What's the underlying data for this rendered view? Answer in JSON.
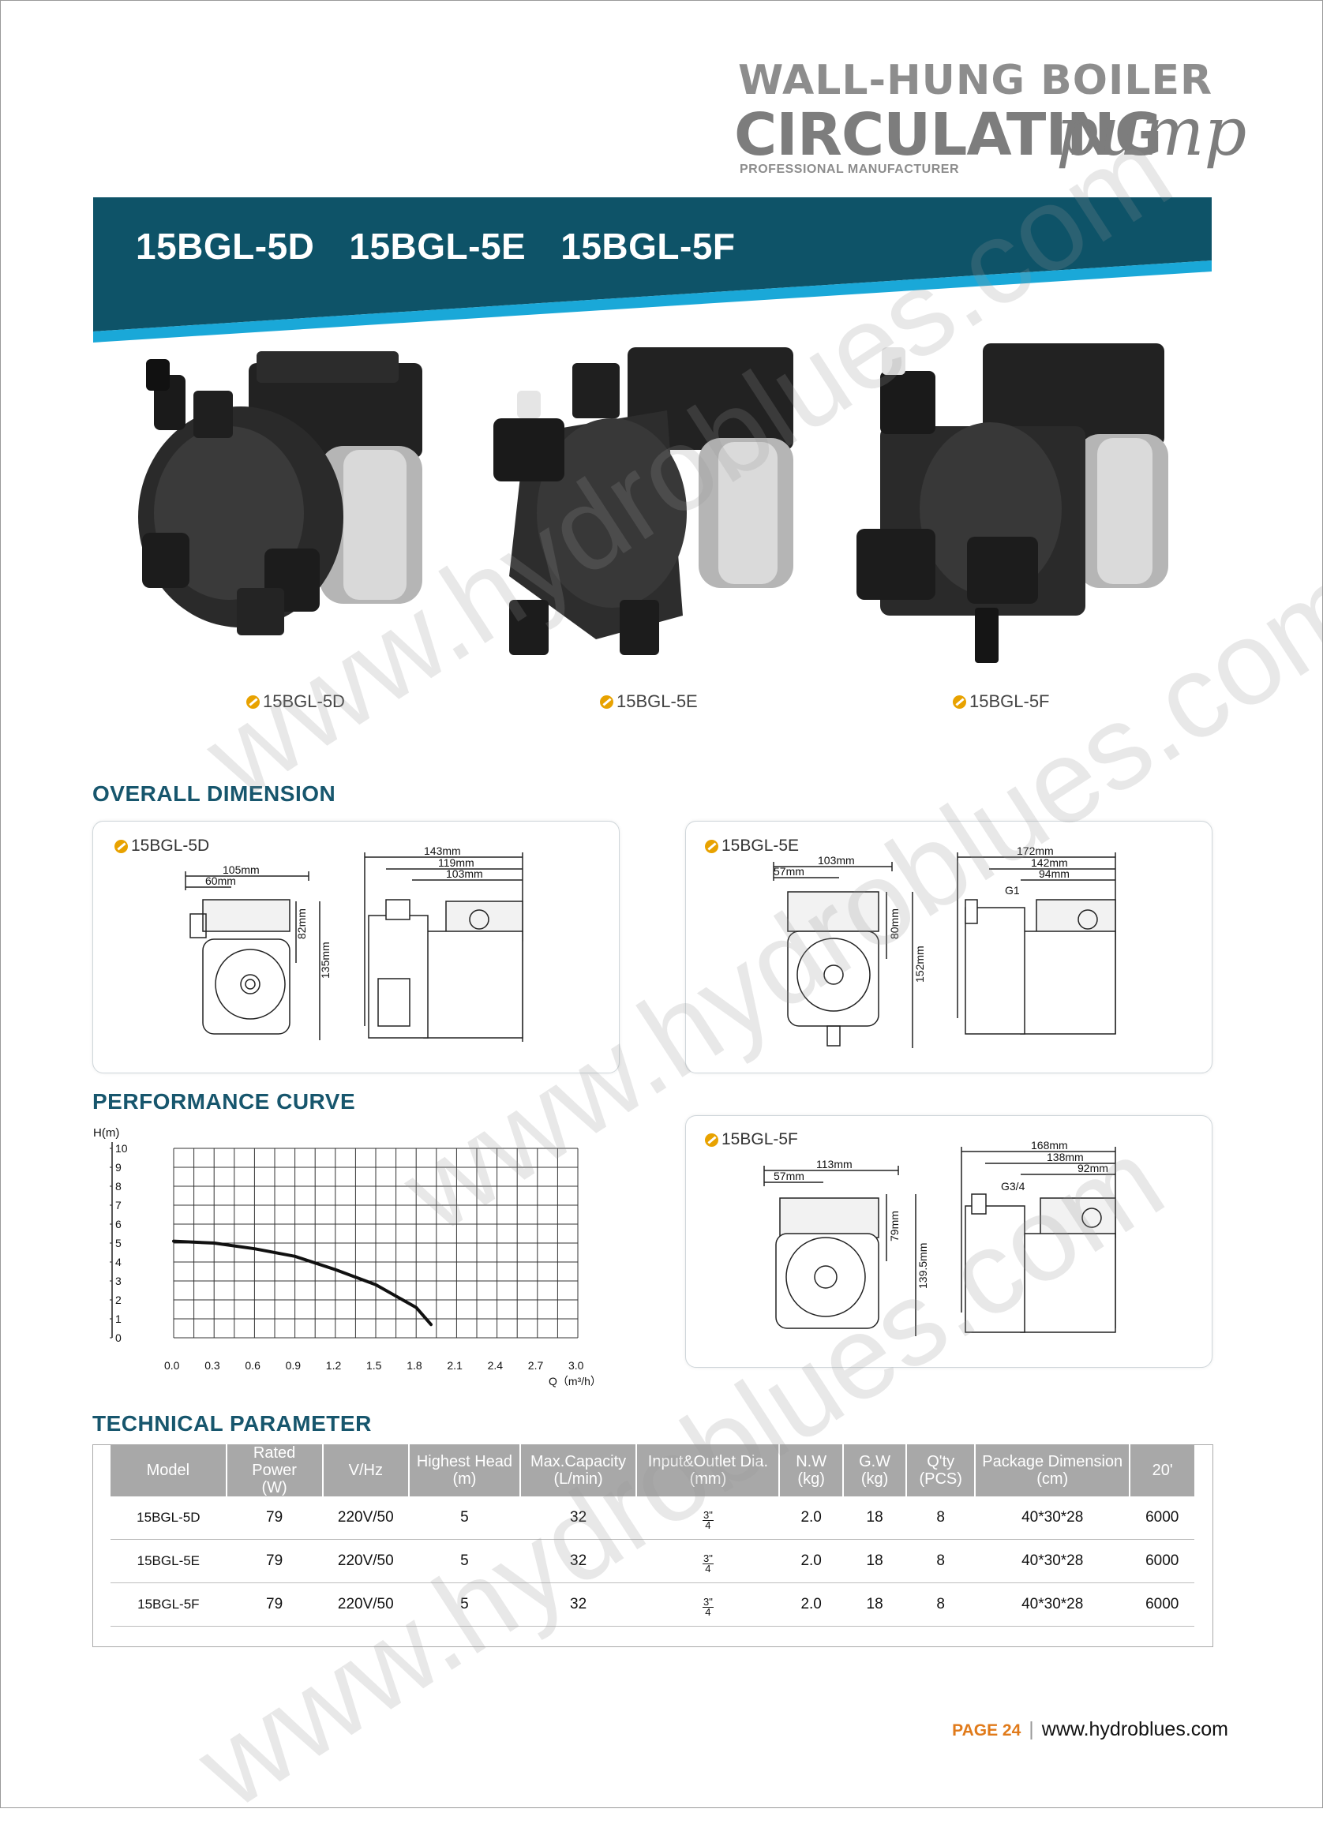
{
  "brand": {
    "line1": "WALL-HUNG BOILER",
    "line2": "CIRCULATING",
    "line2_script": "pump",
    "line3": "PROFESSIONAL MANUFACTURER"
  },
  "banner": {
    "models": [
      "15BGL-5D",
      "15BGL-5E",
      "15BGL-5F"
    ],
    "colors": {
      "dark": "#0e5368",
      "light": "#1aa8d8"
    }
  },
  "products": [
    {
      "label": "15BGL-5D"
    },
    {
      "label": "15BGL-5E"
    },
    {
      "label": "15BGL-5F"
    }
  ],
  "overall_dimension": {
    "title": "OVERALL DIMENSION",
    "d": {
      "label": "15BGL-5D",
      "front": [
        "105mm",
        "60mm",
        "82mm",
        "135mm"
      ],
      "side": [
        "143mm",
        "119mm",
        "103mm"
      ]
    },
    "e": {
      "label": "15BGL-5E",
      "front": [
        "103mm",
        "57mm",
        "80mm",
        "152mm"
      ],
      "side": [
        "172mm",
        "142mm",
        "94mm",
        "G1"
      ]
    },
    "f": {
      "label": "15BGL-5F",
      "front": [
        "113mm",
        "57mm",
        "79mm",
        "139.5mm"
      ],
      "side": [
        "168mm",
        "138mm",
        "92mm",
        "G3/4"
      ]
    }
  },
  "performance": {
    "title": "PERFORMANCE CURVE"
  },
  "chart_data": {
    "type": "line",
    "title": "",
    "xlabel": "Q（m³/h）",
    "ylabel": "H(m)",
    "xlim": [
      0,
      3.0
    ],
    "ylim": [
      0,
      10
    ],
    "xticks": [
      "0.0",
      "0.3",
      "0.6",
      "0.9",
      "1.2",
      "1.5",
      "1.8",
      "2.1",
      "2.4",
      "2.7",
      "3.0"
    ],
    "yticks": [
      "0",
      "1",
      "2",
      "3",
      "4",
      "5",
      "6",
      "7",
      "8",
      "9",
      "10"
    ],
    "grid": true,
    "series": [
      {
        "x": [
          0.0,
          0.3,
          0.6,
          0.9,
          1.2,
          1.5,
          1.8,
          1.91
        ],
        "y": [
          5.1,
          5.0,
          4.7,
          4.3,
          3.6,
          2.8,
          1.6,
          0.7
        ]
      }
    ]
  },
  "technical": {
    "title": "TECHNICAL PARAMETER",
    "headers": [
      [
        "Model",
        ""
      ],
      [
        "Rated Power",
        "(W)"
      ],
      [
        "V/Hz",
        ""
      ],
      [
        "Highest Head",
        "(m)"
      ],
      [
        "Max.Capacity",
        "(L/min)"
      ],
      [
        "Input&Outlet Dia.",
        "(mm)"
      ],
      [
        "N.W",
        "(kg)"
      ],
      [
        "G.W",
        "(kg)"
      ],
      [
        "Q'ty",
        "(PCS)"
      ],
      [
        "Package Dimension",
        "(cm)"
      ],
      [
        "20'",
        ""
      ]
    ],
    "rows": [
      {
        "model": "15BGL-5D",
        "power": "79",
        "vhz": "220V/50",
        "head": "5",
        "capacity": "32",
        "dia_num": "3\"",
        "dia_den": "4",
        "nw": "2.0",
        "gw": "18",
        "qty": "8",
        "pkg": "40*30*28",
        "c20": "6000"
      },
      {
        "model": "15BGL-5E",
        "power": "79",
        "vhz": "220V/50",
        "head": "5",
        "capacity": "32",
        "dia_num": "3\"",
        "dia_den": "4",
        "nw": "2.0",
        "gw": "18",
        "qty": "8",
        "pkg": "40*30*28",
        "c20": "6000"
      },
      {
        "model": "15BGL-5F",
        "power": "79",
        "vhz": "220V/50",
        "head": "5",
        "capacity": "32",
        "dia_num": "3\"",
        "dia_den": "4",
        "nw": "2.0",
        "gw": "18",
        "qty": "8",
        "pkg": "40*30*28",
        "c20": "6000"
      }
    ]
  },
  "footer": {
    "page": "PAGE 24",
    "separator": "|",
    "url": "www.hydroblues.com"
  },
  "watermark": "www.hydroblues.com"
}
